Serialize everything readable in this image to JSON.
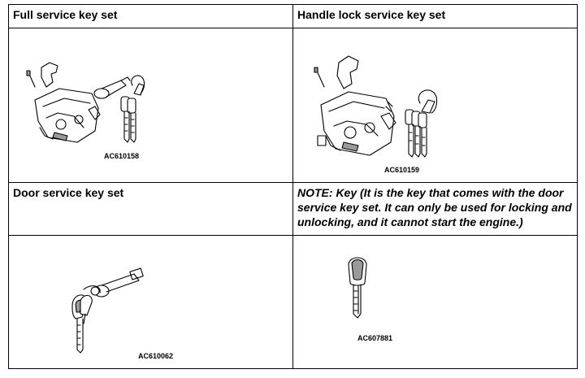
{
  "cells": {
    "full": {
      "header": "Full service key set",
      "code": "AC610158",
      "illustration_icon": "ignition-lock-cylinder-and-keys-icon"
    },
    "handle": {
      "header": "Handle lock service key set",
      "code": "AC610159",
      "illustration_icon": "steering-handle-lock-and-keys-icon"
    },
    "door": {
      "header": "Door service key set",
      "code": "AC610062",
      "illustration_icon": "door-lock-cylinder-and-keys-icon"
    },
    "note": {
      "text": "NOTE: Key (It is the key that comes with the door service key set. It can only be used for locking and unlocking, and it cannot start the engine.)",
      "code": "AC607881",
      "illustration_icon": "single-key-icon"
    }
  }
}
